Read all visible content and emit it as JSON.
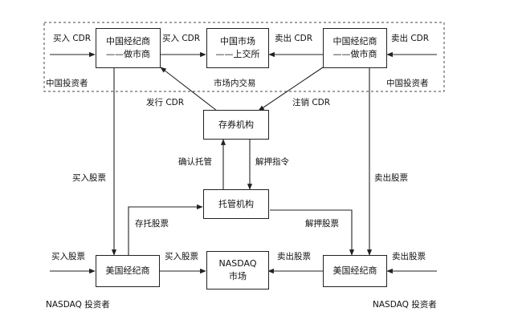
{
  "boxes": {
    "cn_dealer_left": {
      "line1": "中国经纪商",
      "line2": "——做市商"
    },
    "cn_market": {
      "line1": "中国市场",
      "line2": "——上交所"
    },
    "cn_dealer_right": {
      "line1": "中国经纪商",
      "line2": "——做市商"
    },
    "depository": "存券机构",
    "custodian": "托管机构",
    "us_broker_left": "美国经纪商",
    "nasdaq_market": {
      "line1": "NASDAQ",
      "line2": "市场"
    },
    "us_broker_right": "美国经纪商"
  },
  "labels": {
    "buy_cdr_in": "买入 CDR",
    "buy_cdr_mid": "买入 CDR",
    "sell_cdr_mid": "卖出 CDR",
    "sell_cdr_in": "卖出 CDR",
    "cn_investor_left": "中国投资者",
    "market_internal": "市场内交易",
    "cn_investor_right": "中国投资者",
    "issue_cdr": "发行 CDR",
    "cancel_cdr": "注销 CDR",
    "confirm_custody": "确认托管",
    "release_instruction": "解押指令",
    "buy_stock_left": "买入股票",
    "sell_stock_right": "卖出股票",
    "deposit_stock": "存托股票",
    "release_stock": "解押股票",
    "buy_stock_in": "买入股票",
    "buy_stock_mid": "买入股票",
    "sell_stock_mid": "卖出股票",
    "sell_stock_in": "卖出股票",
    "nasdaq_investor_left": "NASDAQ 投资者",
    "nasdaq_investor_right": "NASDAQ 投资者"
  }
}
